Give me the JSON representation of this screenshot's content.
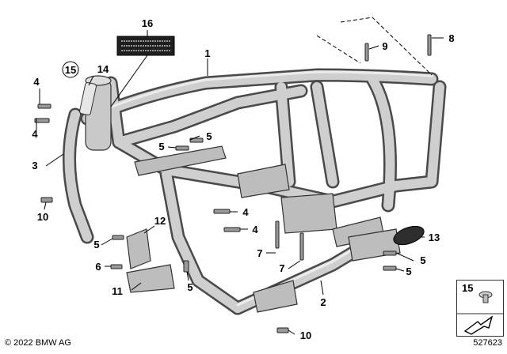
{
  "callouts": [
    {
      "id": "c1",
      "label": "1"
    },
    {
      "id": "c2",
      "label": "2"
    },
    {
      "id": "c3",
      "label": "3"
    },
    {
      "id": "c4a",
      "label": "4"
    },
    {
      "id": "c4b",
      "label": "4"
    },
    {
      "id": "c4c",
      "label": "4"
    },
    {
      "id": "c4d",
      "label": "4"
    },
    {
      "id": "c5a",
      "label": "5"
    },
    {
      "id": "c5b",
      "label": "5"
    },
    {
      "id": "c5c",
      "label": "5"
    },
    {
      "id": "c5d",
      "label": "5"
    },
    {
      "id": "c5e",
      "label": "5"
    },
    {
      "id": "c5f",
      "label": "5"
    },
    {
      "id": "c6",
      "label": "6"
    },
    {
      "id": "c7a",
      "label": "7"
    },
    {
      "id": "c7b",
      "label": "7"
    },
    {
      "id": "c8",
      "label": "8"
    },
    {
      "id": "c9",
      "label": "9"
    },
    {
      "id": "c10a",
      "label": "10"
    },
    {
      "id": "c10b",
      "label": "10"
    },
    {
      "id": "c11",
      "label": "11"
    },
    {
      "id": "c12",
      "label": "12"
    },
    {
      "id": "c13",
      "label": "13"
    },
    {
      "id": "c14",
      "label": "14"
    },
    {
      "id": "c15",
      "label": "15"
    },
    {
      "id": "c16",
      "label": "16"
    }
  ],
  "legend": {
    "label": "15"
  },
  "footer": {
    "copyright": "© 2022 BMW AG",
    "figure_id": "527623"
  }
}
